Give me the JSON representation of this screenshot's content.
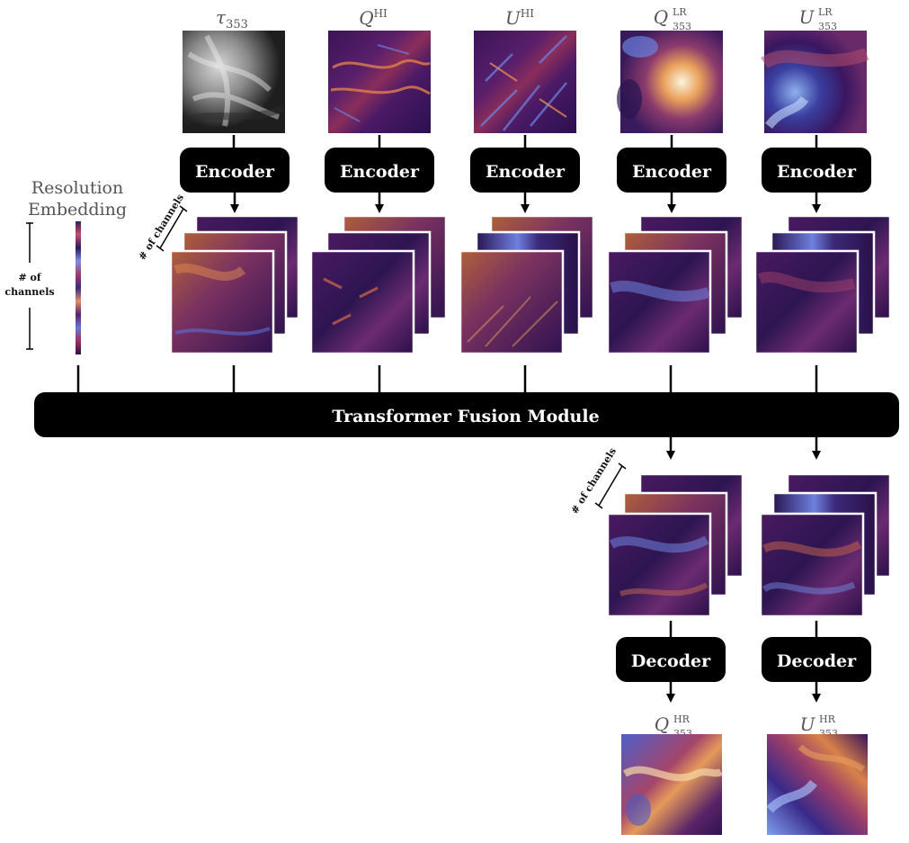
{
  "inputs": [
    {
      "base": "τ",
      "sub": "353",
      "sup": "",
      "scheme": "gray"
    },
    {
      "base": "Q",
      "sub": "",
      "sup": "HI",
      "scheme": "twilight"
    },
    {
      "base": "U",
      "sub": "",
      "sup": "HI",
      "scheme": "twilight"
    },
    {
      "base": "Q",
      "sub": "353",
      "sup": "LR",
      "scheme": "smooth"
    },
    {
      "base": "U",
      "sub": "353",
      "sup": "LR",
      "scheme": "smooth"
    }
  ],
  "encoder_label": "Encoder",
  "decoder_label": "Decoder",
  "fusion_label": "Transformer Fusion Module",
  "resolution_embedding": {
    "line1": "Resolution",
    "line2": "Embedding"
  },
  "channels_label": {
    "line1": "# of",
    "line2": "channels",
    "diagonal": "# of channels"
  },
  "outputs": [
    {
      "base": "Q",
      "sub": "353",
      "sup": "HR"
    },
    {
      "base": "U",
      "sub": "353",
      "sup": "HR"
    }
  ],
  "colors": {
    "block": "#000000",
    "dark": "#2a0f45",
    "mid": "#8a2d6a",
    "warm": "#e28a4a",
    "blue": "#5b6fd6",
    "pale": "#f4e7c8"
  }
}
